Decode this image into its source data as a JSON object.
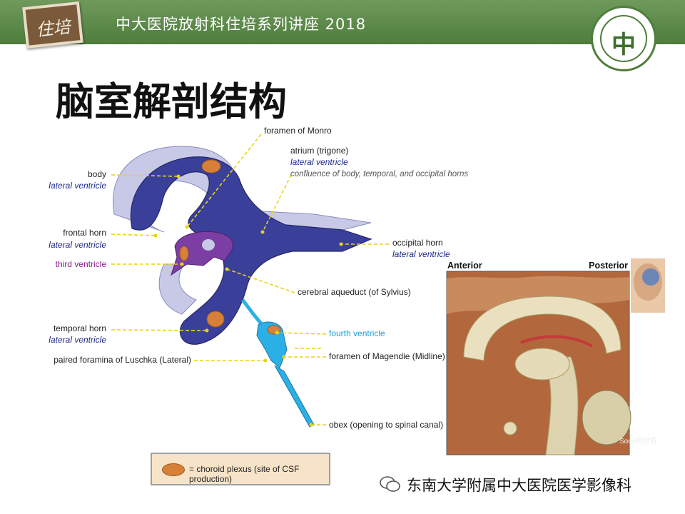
{
  "header": {
    "badge_text": "住培",
    "title": "中大医院放射科住培系列讲座 2018",
    "logo_char": "中"
  },
  "page_title": "脑室解剖结构",
  "diagram": {
    "labels": {
      "foramen_monro": "foramen of Monro",
      "atrium": "atrium (trigone)",
      "atrium_sub": "lateral ventricle",
      "atrium_note": "confluence of body, temporal, and occipital horns",
      "body": "body",
      "body_sub": "lateral ventricle",
      "frontal": "frontal horn",
      "frontal_sub": "lateral ventricle",
      "third": "third ventricle",
      "occipital": "occipital horn",
      "occipital_sub": "lateral ventricle",
      "aqueduct": "cerebral aqueduct (of Sylvius)",
      "temporal": "temporal horn",
      "temporal_sub": "lateral ventricle",
      "fourth": "fourth ventricle",
      "luschka": "paired foramina of Luschka (Lateral)",
      "magendie": "foramen of Magendie (Midline)",
      "obex": "obex (opening to spinal canal)"
    },
    "colors": {
      "lateral": "#3a3f9a",
      "third": "#7b3fa3",
      "fourth": "#2bb0e6",
      "leader": "#e8d21a"
    }
  },
  "brain_panel": {
    "anterior": "Anterior",
    "posterior": "Posterior",
    "watermark": "Soon的世界"
  },
  "legend": {
    "text": "= choroid plexus (site of CSF production)",
    "swatch_color": "#d6803a"
  },
  "footer": {
    "org": "东南大学附属中大医院医学影像科"
  }
}
